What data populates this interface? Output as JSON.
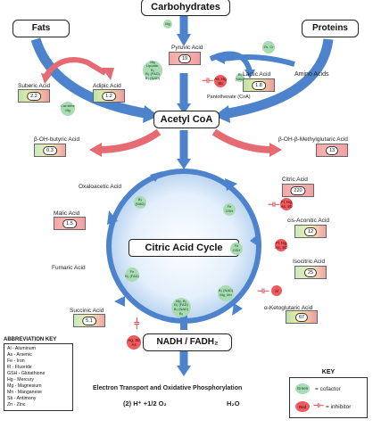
{
  "nodes": {
    "carbohydrates": "Carbohydrates",
    "fats": "Fats",
    "proteins": "Proteins",
    "acetyl_coa": "Acetyl CoA",
    "citric_acid_cycle": "Citric Acid Cycle",
    "nadh": "NADH / FADH₂"
  },
  "metabolites": {
    "pyruvic_acid": "Pyruvic Acid",
    "lactic_acid": "Lactic Acid",
    "amino_acids": "Amino Acids",
    "suberic_acid": "Suberic Acid",
    "adipic_acid": "Adipic Acid",
    "pantothenate": "Pantothenate (CoA)",
    "beta_oh_butyric": "β-OH-butyric Acid",
    "beta_oh_methylglutaric": "β-OH-β-Methylglutaric Acid",
    "oxaloacetic": "Oxaloacetic Acid",
    "malic": "Malic Acid",
    "fumaric": "Fumaric Acid",
    "succinic": "Succinic Acid",
    "citric": "Citric Acid",
    "cis_aconitic": "cis-Aconitic Acid",
    "isocitric": "Isocitric Acid",
    "alpha_ketoglutaric": "α-Ketoglutaric Acid"
  },
  "values": {
    "pyruvic": "19",
    "lactic": "1.8",
    "suberic": "2.2",
    "adipic": "1.2",
    "beta_oh_butyric": "0.3",
    "beta_oh_methylglutaric": "13",
    "citric": "220",
    "cis_aconitic": "12",
    "isocitric": "25",
    "alpha_ketoglutaric": "67",
    "malic": "1.5",
    "succinic": "5.1"
  },
  "cofactors": {
    "mg_top": "Mg",
    "zn_cr": "Zn, Cr",
    "pyruvate_complex": "Mg\nLipoate,\nB₁\nB₂ (FAD)\nB₃ (NAD)",
    "lactic_b3": "B₃ (NAD)",
    "carnitine": "Carnitine\nMg",
    "malic_b3": "B₃ (NAD)",
    "fe_gsh_1": "Fe\nGSH",
    "fe_gsh_2": "Fe\nGSH",
    "succinic_b2": "Fe\nB₂ (FAD)",
    "center_complex": "Mg, B₁\nB₂ (FAD)\nB₃ (NAD)\nB₅",
    "mg_mn": "B₃ (NAD)\nMg, Mn"
  },
  "inhibitors": {
    "pyruvic": "As, Hg\nSb",
    "citric": "Fl, Hg\nAs, Sb",
    "cis_aconitic": "Fl, Hg\nAs, Sb",
    "alpha_ketoglutaric": "Al",
    "nadh": "Hg, Sb\nAs"
  },
  "bottom": {
    "electron_transport": "Electron Transport and Oxidative Phosphorylation",
    "equation_left": "(2) H⁺  +1/2 O₂",
    "equation_right": "H₂O"
  },
  "abbreviation_key": {
    "title": "ABBREVIATION KEY",
    "items": [
      "Al - Aluminum",
      "As - Arsenic",
      "Fe - Iron",
      "Fl - Fluoride",
      "GSH - Glutathione",
      "Hg - Mercury",
      "Mg - Magnesium",
      "Mn - Manganese",
      "Sb - Antimony",
      "Zn - Zinc"
    ]
  },
  "key": {
    "title": "KEY",
    "green_label": "Green",
    "cofactor_label": "= cofactor",
    "red_label": "Red",
    "inhibitor_label": "= inhibitor"
  },
  "colors": {
    "arrow_blue": "#4c83cc",
    "arrow_red": "#e66a72",
    "cofactor_green": "#a9dcb1",
    "inhibitor_red": "#ef5a5e",
    "cycle_fill": "#dbe9f8"
  }
}
